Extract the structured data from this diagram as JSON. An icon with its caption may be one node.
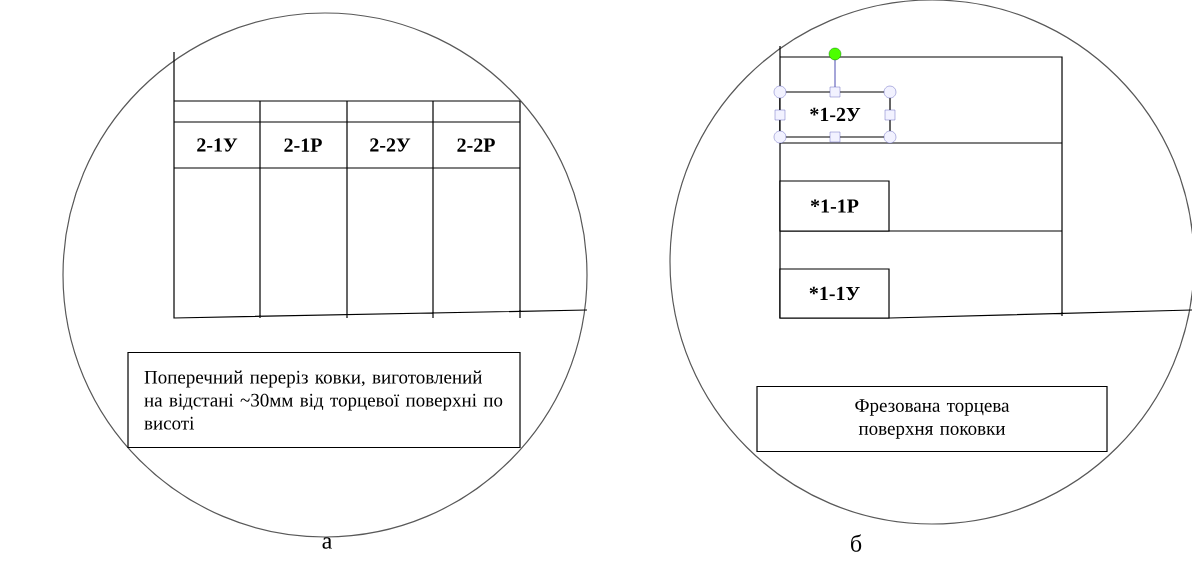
{
  "diagram": {
    "nodes": [
      {
        "text": [
          "*1-2У"
        ]
      },
      {
        "text": [
          "*1-1Р"
        ]
      },
      {
        "text": [
          "*1-1У"
        ]
      },
      {
        "text": [
          "Поперечний переріз ковки, виготовлений на відстані ~30мм від торцевої поверхні по висоті"
        ]
      },
      {
        "text": [
          "Фрезована торцева поверхня поковки"
        ]
      }
    ],
    "labels": [
      "2-1У",
      "2-1Р",
      "2-2У",
      "2-2Р",
      "а",
      "б"
    ]
  }
}
